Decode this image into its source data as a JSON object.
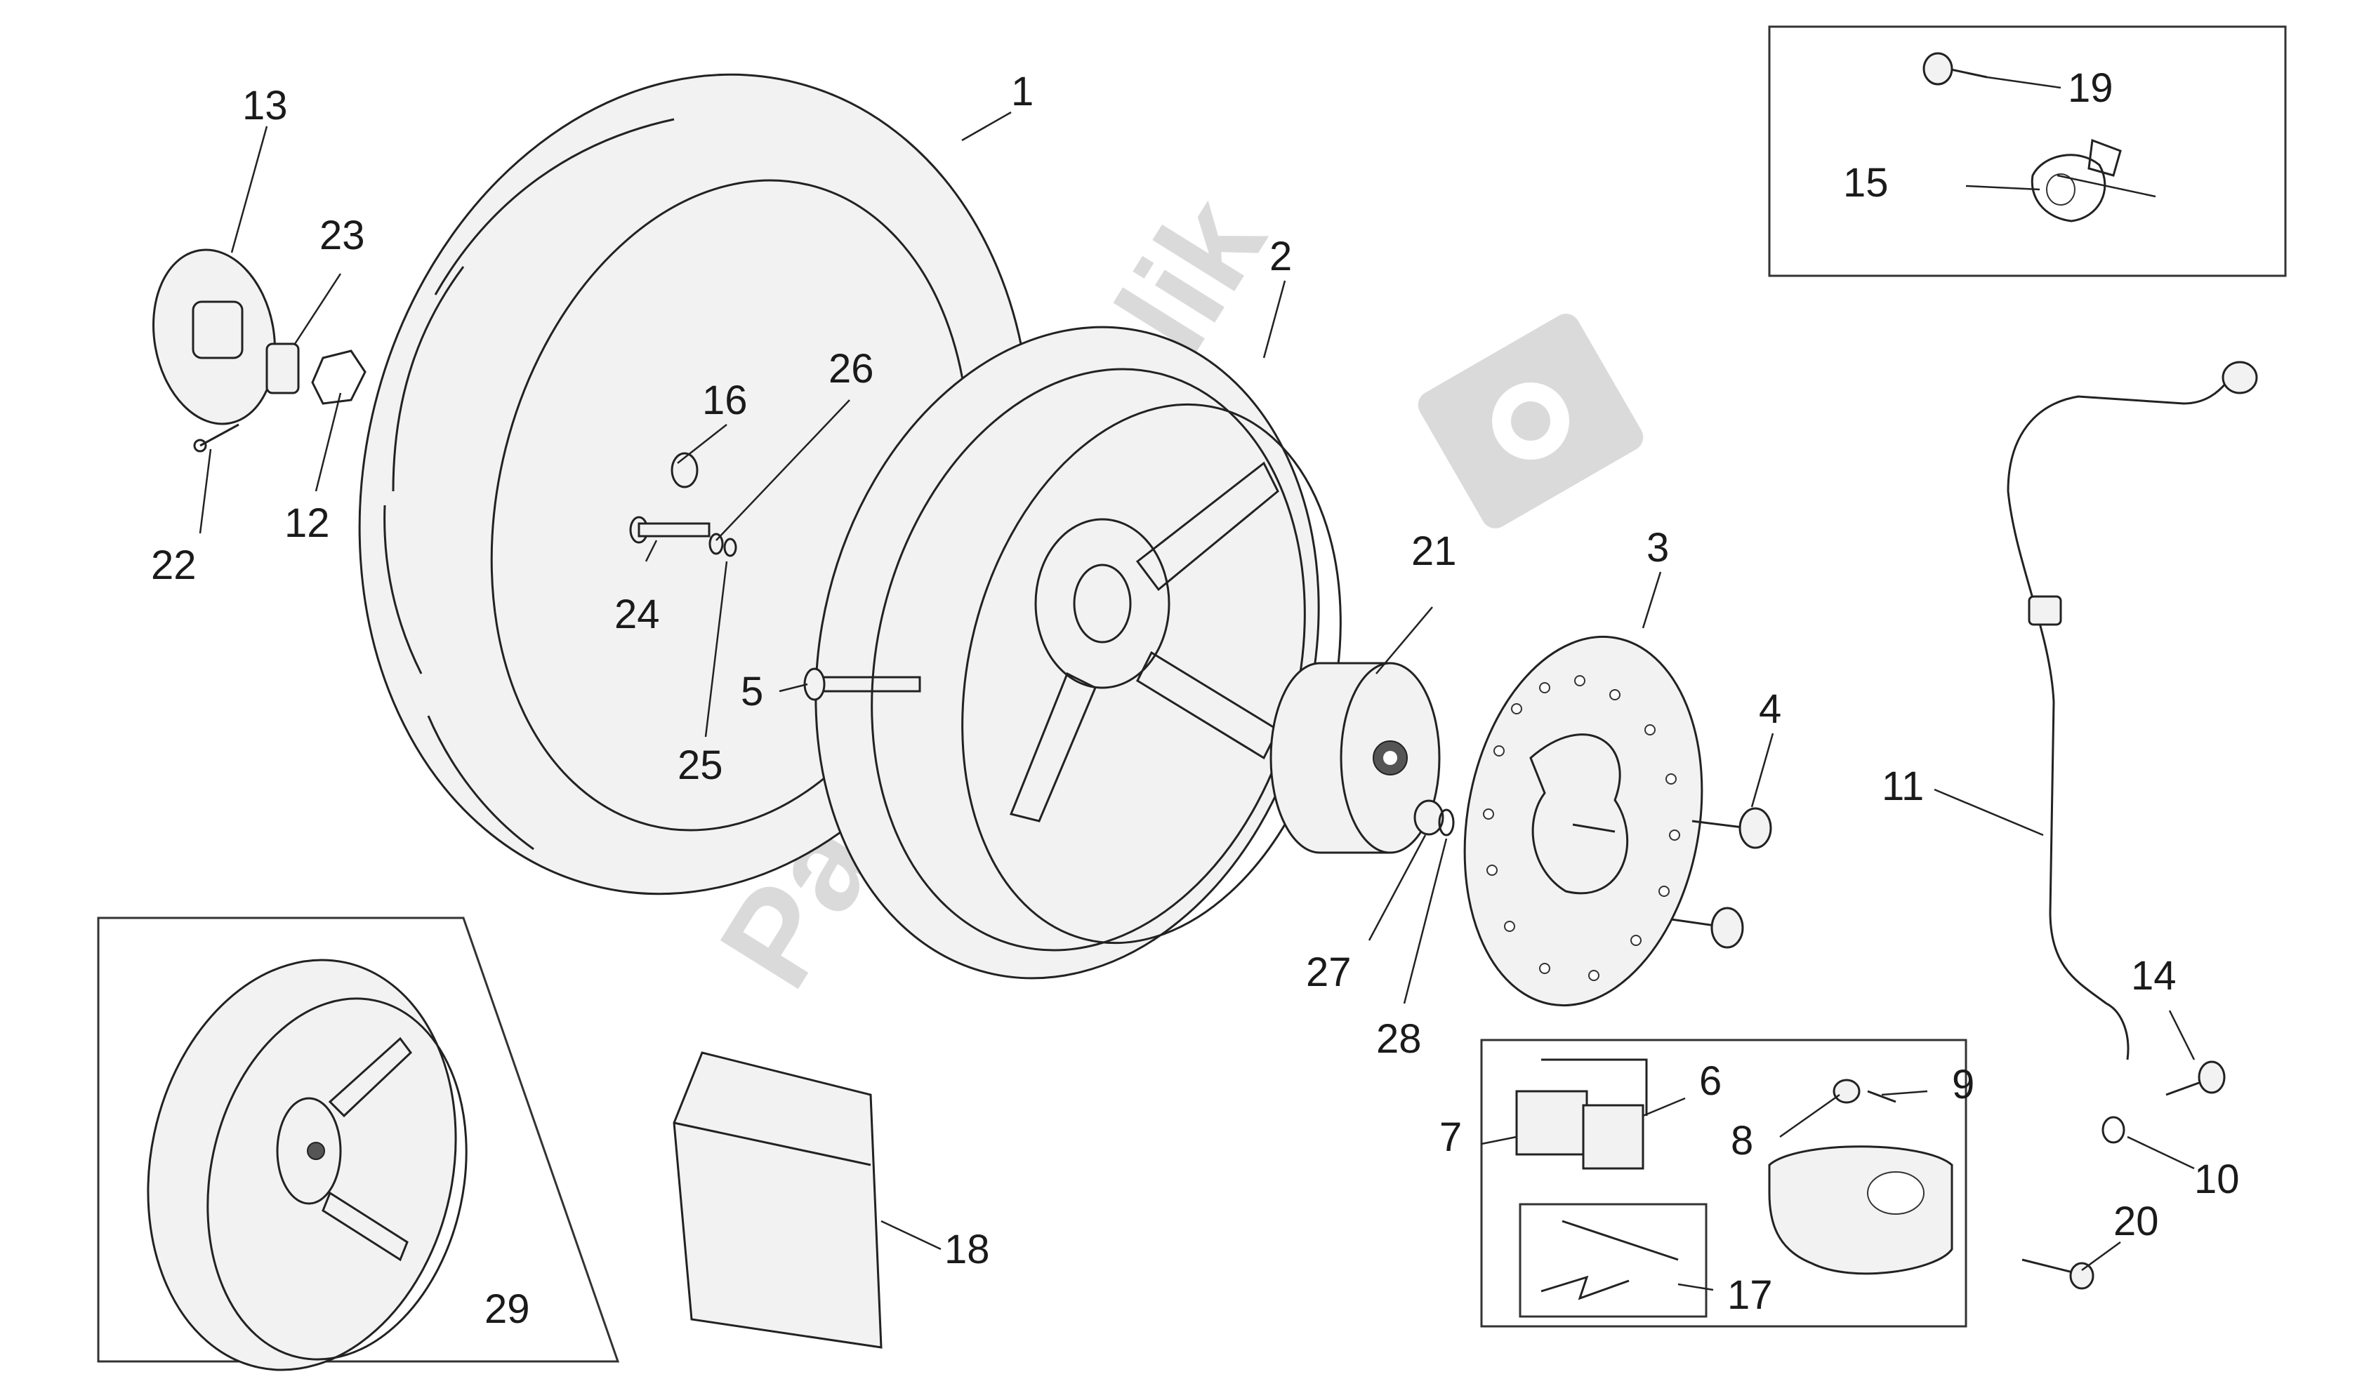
{
  "watermark": "PartsRepublik",
  "callouts": [
    {
      "id": "1",
      "label": "1"
    },
    {
      "id": "2",
      "label": "2"
    },
    {
      "id": "3",
      "label": "3"
    },
    {
      "id": "4",
      "label": "4"
    },
    {
      "id": "5",
      "label": "5"
    },
    {
      "id": "6",
      "label": "6"
    },
    {
      "id": "7",
      "label": "7"
    },
    {
      "id": "8",
      "label": "8"
    },
    {
      "id": "9",
      "label": "9"
    },
    {
      "id": "10",
      "label": "10"
    },
    {
      "id": "11",
      "label": "11"
    },
    {
      "id": "12",
      "label": "12"
    },
    {
      "id": "13",
      "label": "13"
    },
    {
      "id": "14",
      "label": "14"
    },
    {
      "id": "15",
      "label": "15"
    },
    {
      "id": "16",
      "label": "16"
    },
    {
      "id": "17",
      "label": "17"
    },
    {
      "id": "18",
      "label": "18"
    },
    {
      "id": "19",
      "label": "19"
    },
    {
      "id": "20",
      "label": "20"
    },
    {
      "id": "21",
      "label": "21"
    },
    {
      "id": "22",
      "label": "22"
    },
    {
      "id": "23",
      "label": "23"
    },
    {
      "id": "24",
      "label": "24"
    },
    {
      "id": "25",
      "label": "25"
    },
    {
      "id": "26",
      "label": "26"
    },
    {
      "id": "27",
      "label": "27"
    },
    {
      "id": "28",
      "label": "28"
    },
    {
      "id": "29",
      "label": "29"
    }
  ]
}
